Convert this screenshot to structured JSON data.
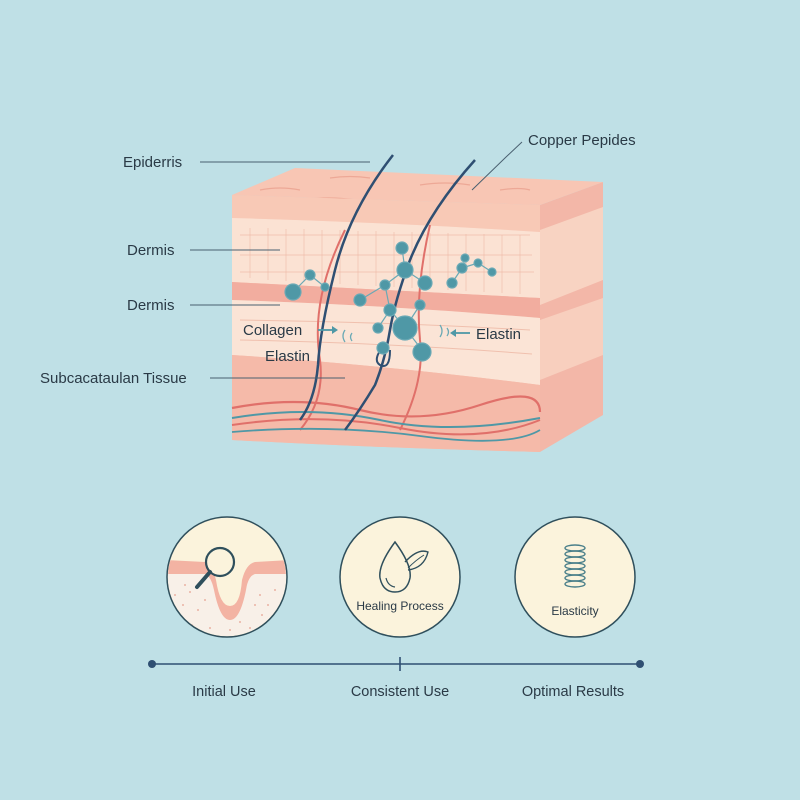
{
  "diagram": {
    "labels": {
      "epidermis": "Epiderris",
      "copper_peptides": "Copper Pepides",
      "dermis_1": "Dermis",
      "dermis_2": "Dermis",
      "collagen": "Collagen",
      "elastin_left": "Elastin",
      "elastin_right": "Elastin",
      "subcutaneous": "Subcacataulan Tissue"
    }
  },
  "stages": [
    {
      "icon": "magnifier-skin-icon",
      "label": ""
    },
    {
      "icon": "droplet-leaf-icon",
      "label": "Healing Process"
    },
    {
      "icon": "spring-coil-icon",
      "label": "Elasticity"
    }
  ],
  "timeline": {
    "points": [
      "Initial Use",
      "Consistent Use",
      "Optimal Results"
    ]
  },
  "colors": {
    "background": "#bfe0e6",
    "skin_top": "#f7c4b2",
    "skin_layer": "#fbe4d6",
    "molecule": "#4f98a6",
    "nerve": "#2f4f72",
    "vessel": "#e0706a",
    "ink": "#2a3a46"
  }
}
